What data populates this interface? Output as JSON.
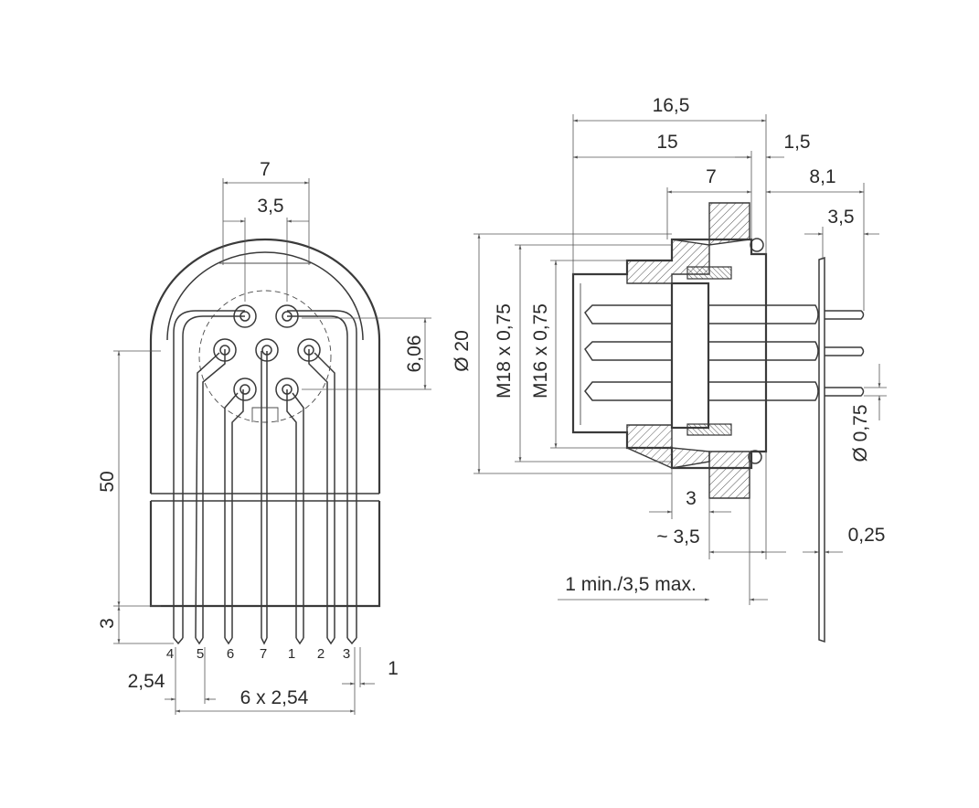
{
  "front_view": {
    "dims": {
      "width_7": "7",
      "width_3_5": "3,5",
      "height_6_06": "6,06",
      "height_50": "50",
      "height_3": "3",
      "pitch_2_54": "2,54",
      "span_6x2_54": "6 x 2,54",
      "pin_1": "1"
    },
    "pin_numbers": [
      "4",
      "5",
      "6",
      "7",
      "1",
      "2",
      "3"
    ]
  },
  "side_view": {
    "dims": {
      "len_16_5": "16,5",
      "len_15": "15",
      "len_1_5": "1,5",
      "len_7": "7",
      "len_8_1": "8,1",
      "len_3_5": "3,5",
      "dia_20": "Ø 20",
      "thread_m18": "M18 x 0,75",
      "thread_m16": "M16 x 0,75",
      "dia_0_75": "Ø 0,75",
      "len_3": "3",
      "approx_3_5": "~ 3,5",
      "plate_0_25": "0,25",
      "panel_range": "1 min./3,5 max."
    }
  }
}
